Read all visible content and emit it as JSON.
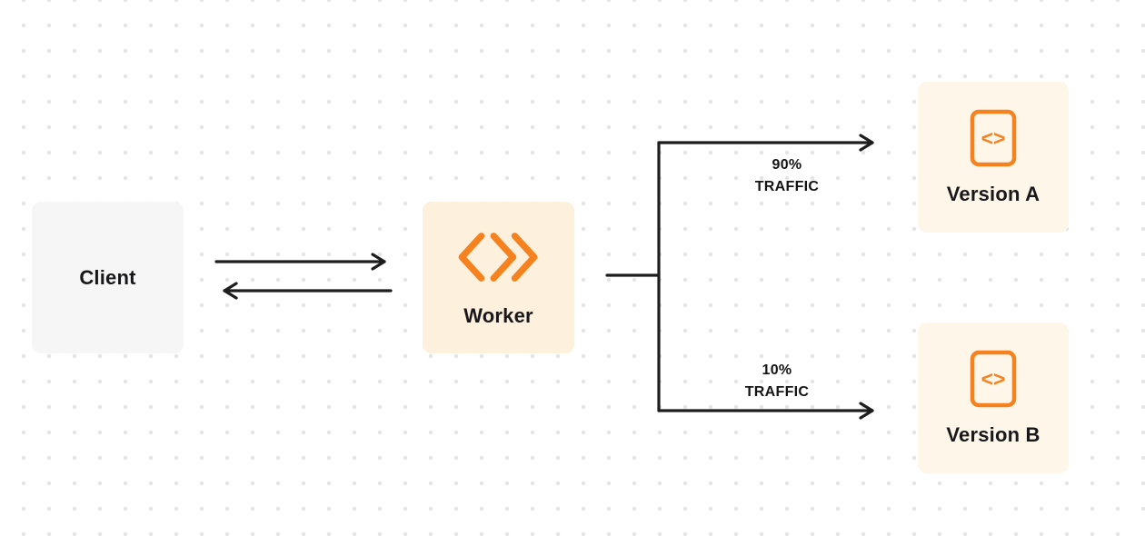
{
  "diagram": {
    "nodes": {
      "client": {
        "label": "Client"
      },
      "worker": {
        "label": "Worker"
      },
      "version_a": {
        "label": "Version A"
      },
      "version_b": {
        "label": "Version B"
      }
    },
    "edges": {
      "worker_version_a": {
        "percent": "90%",
        "caption": "TRAFFIC"
      },
      "worker_version_b": {
        "percent": "10%",
        "caption": "TRAFFIC"
      }
    },
    "icons": {
      "worker_logo": "cloudflare-workers-icon",
      "version_icon_glyph": "<>"
    },
    "colors": {
      "accent_orange": "#F6821F",
      "worker_box": "#FDF0DC",
      "version_box": "#FDF6E9",
      "client_box": "#F6F6F7",
      "arrow": "#1D1D1D",
      "dot_grid": "#E4E4E4"
    }
  }
}
